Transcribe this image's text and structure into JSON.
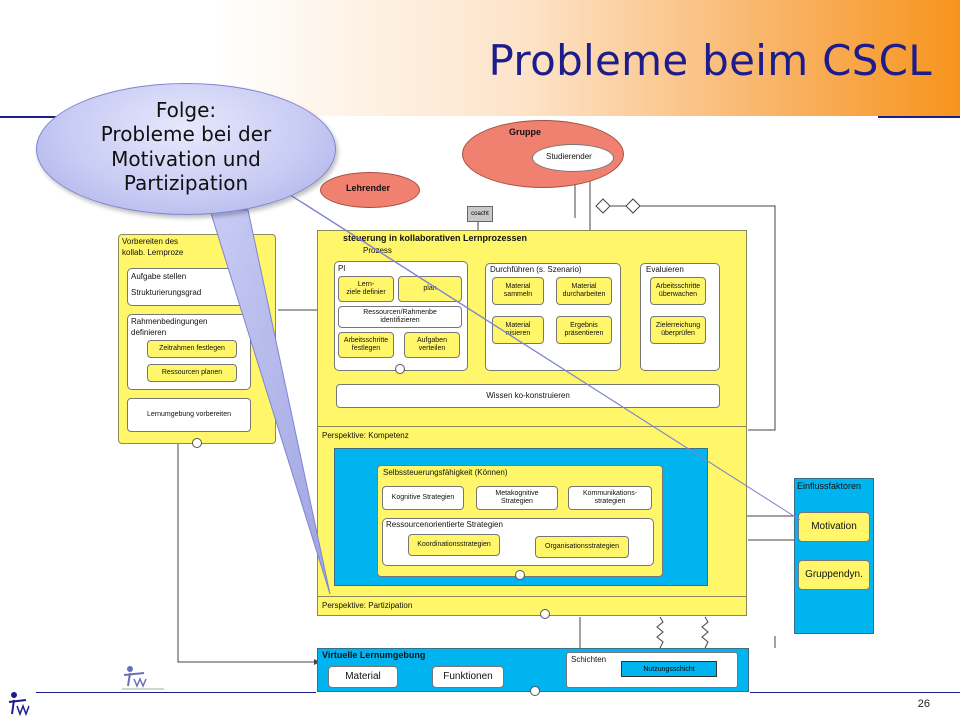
{
  "slide": {
    "title": "Probleme beim CSCL",
    "page_number": "26"
  },
  "callout": {
    "line1": "Folge:",
    "line2": "Probleme bei der",
    "line3": "Motivation und",
    "line4": "Partizipation"
  },
  "diagram": {
    "gruppe": "Gruppe",
    "studierender": "Studierender",
    "lehrender": "Lehrender",
    "coach": "coacht",
    "vorbereiten_line1": "Vorbereiten des",
    "vorbereiten_line2": "kollab. Lernproze",
    "aufgabe_stellen": "Aufgabe stellen",
    "strukturierungsgrad": "Strukturierungsgrad",
    "rahmen_line1": "Rahmenbedingungen",
    "rahmen_line2": "definieren",
    "zeitrahmen": "Zeitrahmen festlegen",
    "ressourcen_planen": "Ressourcen planen",
    "lernumgebung_vorbereiten": "Lernumgebung vorbereiten",
    "steuerung_line1": "steuerung in kollaborativen Lernprozessen",
    "steuerung_line2": "Prozess",
    "pl": "Pl",
    "lernziele_line1": "Lern-",
    "lernziele_line2": "ziele definier",
    "plan_partial": "plan",
    "ressourcen_line1": "Ressourcen/Rahmenbe",
    "ressourcen_line2": "identifizieren",
    "arbeitsschritte_festlegen_1": "Arbeitsschritte",
    "arbeitsschritte_festlegen_2": "festlegen",
    "aufgaben_verteilen_1": "Aufgaben",
    "aufgaben_verteilen_2": "verteilen",
    "durchfuehren": "Durchführen (s.  Szenario)",
    "material_sammeln_1": "Material",
    "material_sammeln_2": "sammeln",
    "material_durcharbeiten_1": "Material",
    "material_durcharbeiten_2": "durcharbeiten",
    "material_organisieren_1": "Material",
    "material_organisieren_2": "nisieren",
    "ergebnis_1": "Ergebnis",
    "ergebnis_2": "präsentieren",
    "evaluieren": "Evaluieren",
    "arbeitsschritte_ueberwachen_1": "Arbeitsschritte",
    "arbeitsschritte_ueberwachen_2": "überwachen",
    "zielerreichung_1": "Zielerreichung",
    "zielerreichung_2": "überprüfen",
    "wissen": "Wissen ko-konstruieren",
    "perspektive_kompetenz": "Perspektive: Kompetenz",
    "selbststeuerung": "Selbssteuerungsfähigkeit (Können)",
    "kognitive": "Kognitive Strategien",
    "metakognitive_1": "Metakognitive",
    "metakognitive_2": "Strategien",
    "kommunikation_1": "Kommunikations-",
    "kommunikation_2": "strategien",
    "ressourcenorientierte": "Ressourcenorientierte Strategien",
    "koordination": "Koordinationsstrategien",
    "organisation": "Organisationsstrategien",
    "perspektive_partizipation": "Perspektive: Partizipation",
    "einflussfaktoren": "Einflussfaktoren",
    "motivation": "Motivation",
    "gruppendyn": "Gruppendyn.",
    "virtuelle": "Virtuelle Lernumgebung",
    "material": "Material",
    "funktionen": "Funktionen",
    "schichten": "Schichten",
    "nutzungsschicht": "Nutzungsschicht"
  }
}
